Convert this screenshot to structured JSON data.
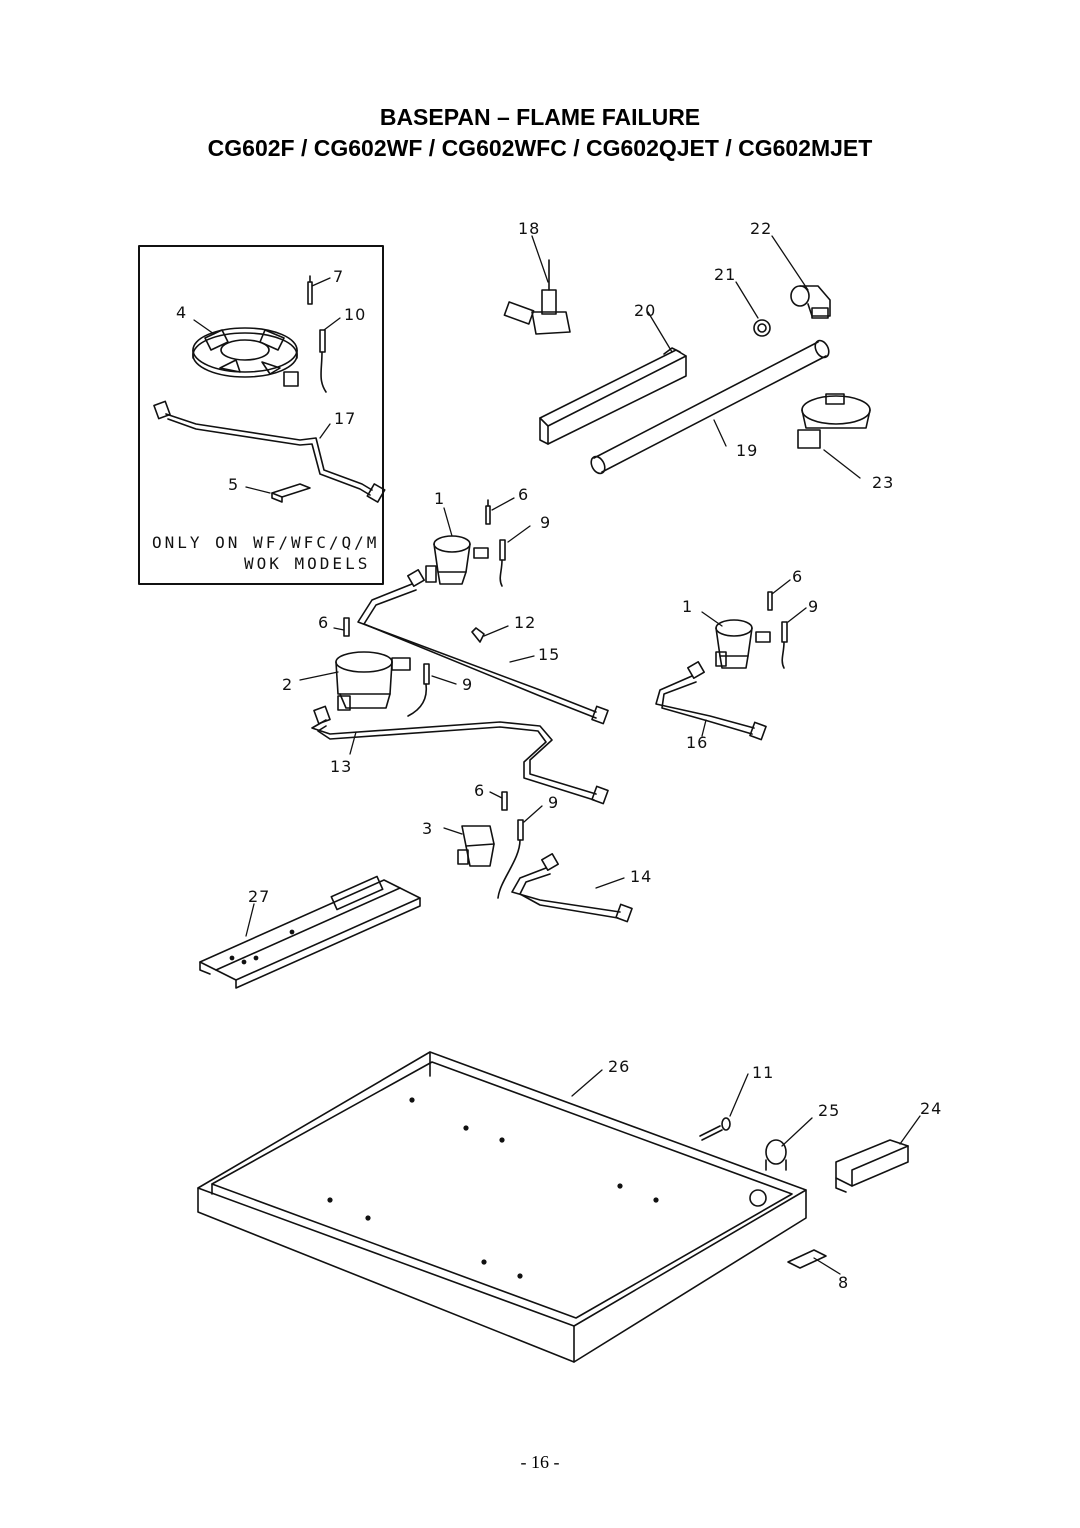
{
  "header": {
    "title": "BASEPAN – FLAME FAILURE",
    "models": "CG602F / CG602WF / CG602WFC / CG602QJET / CG602MJET"
  },
  "inset": {
    "note_line1": "ONLY ON WF/WFC/Q/M",
    "note_line2": "WOK MODELS"
  },
  "callouts": {
    "n1a": "1",
    "n1b": "1",
    "n2": "2",
    "n3": "3",
    "n4": "4",
    "n5": "5",
    "n6a": "6",
    "n6b": "6",
    "n6c": "6",
    "n6d": "6",
    "n7": "7",
    "n8": "8",
    "n9a": "9",
    "n9b": "9",
    "n9c": "9",
    "n9d": "9",
    "n10": "10",
    "n11": "11",
    "n12": "12",
    "n13": "13",
    "n14": "14",
    "n15": "15",
    "n16": "16",
    "n17": "17",
    "n18": "18",
    "n19": "19",
    "n20": "20",
    "n21": "21",
    "n22": "22",
    "n23": "23",
    "n24": "24",
    "n25": "25",
    "n26": "26",
    "n27": "27"
  },
  "footer": {
    "page_number": "- 16 -"
  }
}
